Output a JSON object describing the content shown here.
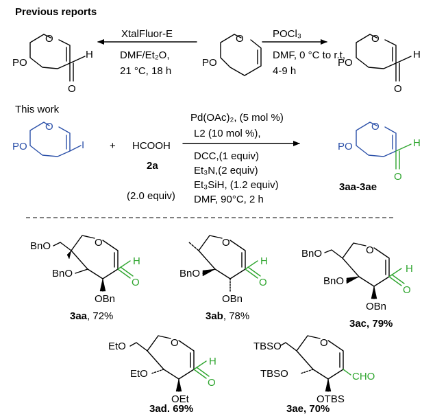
{
  "headings": {
    "previous": "Previous reports",
    "this_work": "This work"
  },
  "colors": {
    "substrate": "#2a4fa8",
    "aldehyde": "#2ea52e"
  },
  "left_reaction": {
    "reagent": "XtalFluor-E",
    "solvent": "DMF/Et₂O,",
    "conditions": "21 °C, 18 h"
  },
  "right_reaction": {
    "reagent": "POCl₃",
    "conditions": "DMF, 0 °C to r.t,",
    "time": "4-9 h"
  },
  "this_work_reaction": {
    "plus": "+",
    "formic_acid": "HCOOH",
    "formic_acid_label": "2a",
    "formic_acid_amount": "(2.0 equiv)",
    "catalyst": "Pd(OAc)₂, (5 mol %)",
    "ligand": "L2 (10 mol %),",
    "additive": "DCC,(1 equiv)",
    "base": "Et₃N,(2 equiv)",
    "silane": "Et₃SiH, (1.2 equiv)",
    "solvent_temp_time": "DMF, 90°C, 2 h",
    "product_range": "3aa-3ae"
  },
  "atoms": {
    "PO": "PO",
    "O": "O",
    "H": "H",
    "I": "I",
    "BnO": "BnO",
    "OBn": "OBn",
    "EtO": "EtO",
    "OEt": "OEt",
    "TBSO": "TBSO",
    "OTBS": "OTBS",
    "CHO": "CHO"
  },
  "products": [
    {
      "id": "3aa",
      "yield": ", 72%"
    },
    {
      "id": "3ab",
      "yield": ", 78%"
    },
    {
      "id": "3ac",
      "yield": ", 79%"
    },
    {
      "id": "3ad",
      "yield": ". 69%"
    },
    {
      "id": "3ae",
      "yield": ", 70%"
    }
  ]
}
